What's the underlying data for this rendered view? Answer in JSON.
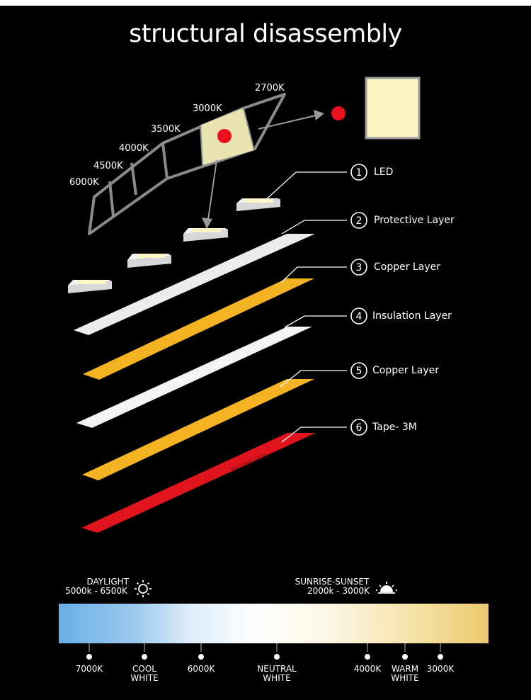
{
  "title": "structural disassembly",
  "kelvin_labels": [
    "2700K",
    "3000K",
    "3500K",
    "4000K",
    "4500K",
    "6000K"
  ],
  "layers": [
    {
      "num": "1",
      "label": "LED"
    },
    {
      "num": "2",
      "label": "Protective Layer"
    },
    {
      "num": "3",
      "label": "Copper Layer"
    },
    {
      "num": "4",
      "label": "Insulation Layer"
    },
    {
      "num": "5",
      "label": "Copper Layer"
    },
    {
      "num": "6",
      "label": "Tape- 3M"
    }
  ],
  "tape_text": "3M VHB Tape",
  "scale": {
    "daylight": {
      "title": "DAYLIGHT",
      "range": "5000k - 6500K"
    },
    "sunrise": {
      "title": "SUNRISE-SUNSET",
      "range": "2000k - 3000K"
    },
    "marks": [
      {
        "line1": "7000K",
        "line2": ""
      },
      {
        "line1": "COOL",
        "line2": "WHITE"
      },
      {
        "line1": "6000K",
        "line2": ""
      },
      {
        "line1": "NEUTRAL",
        "line2": "WHITE"
      },
      {
        "line1": "4000K",
        "line2": ""
      },
      {
        "line1": "WARM",
        "line2": "WHITE"
      },
      {
        "line1": "3000K",
        "line2": ""
      }
    ]
  },
  "colors": {
    "background": "#000000",
    "copper": "#f4b323",
    "tape": "#e0141c",
    "protective": "#ececec",
    "insulation": "#f4f4f4",
    "led_dot": "#e8101a",
    "warm_square": "#fbf3c1"
  }
}
